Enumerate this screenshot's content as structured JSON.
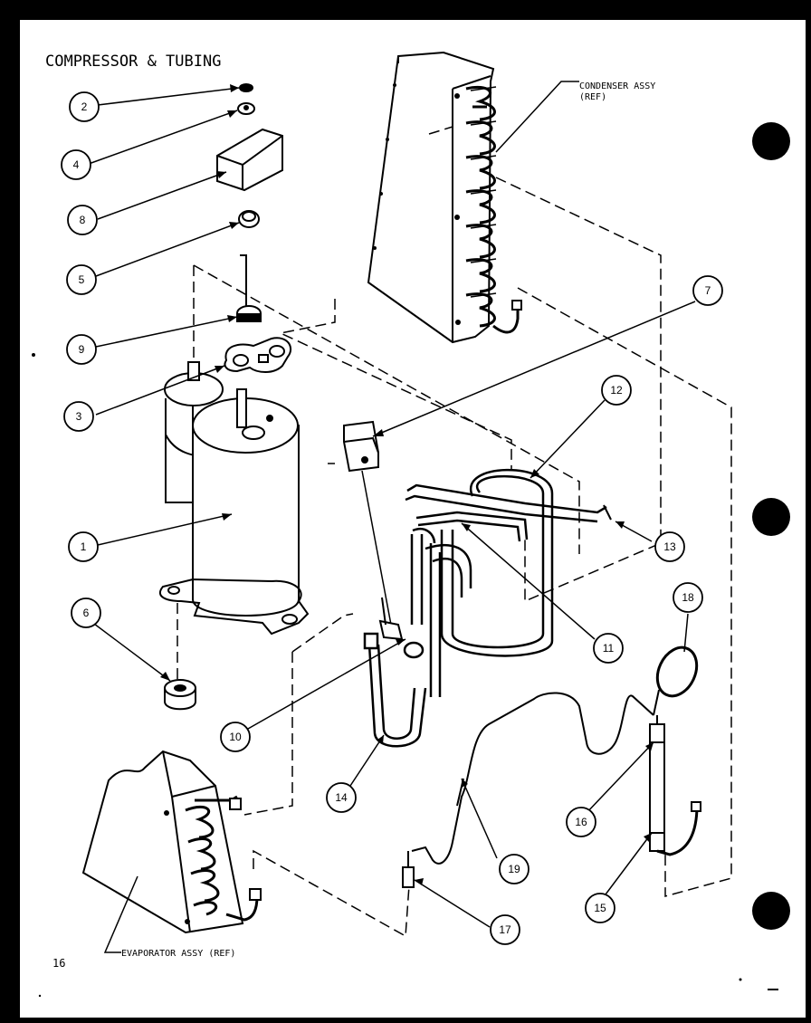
{
  "title": "COMPRESSOR & TUBING",
  "page_number": "16",
  "ref_labels": {
    "condenser_line1": "CONDENSER ASSY",
    "condenser_line2": "(REF)",
    "evaporator": "EVAPORATOR ASSY (REF)"
  },
  "callouts": [
    "1",
    "2",
    "3",
    "4",
    "5",
    "6",
    "7",
    "8",
    "9",
    "10",
    "11",
    "12",
    "13",
    "14",
    "15",
    "16",
    "17",
    "18",
    "19"
  ]
}
